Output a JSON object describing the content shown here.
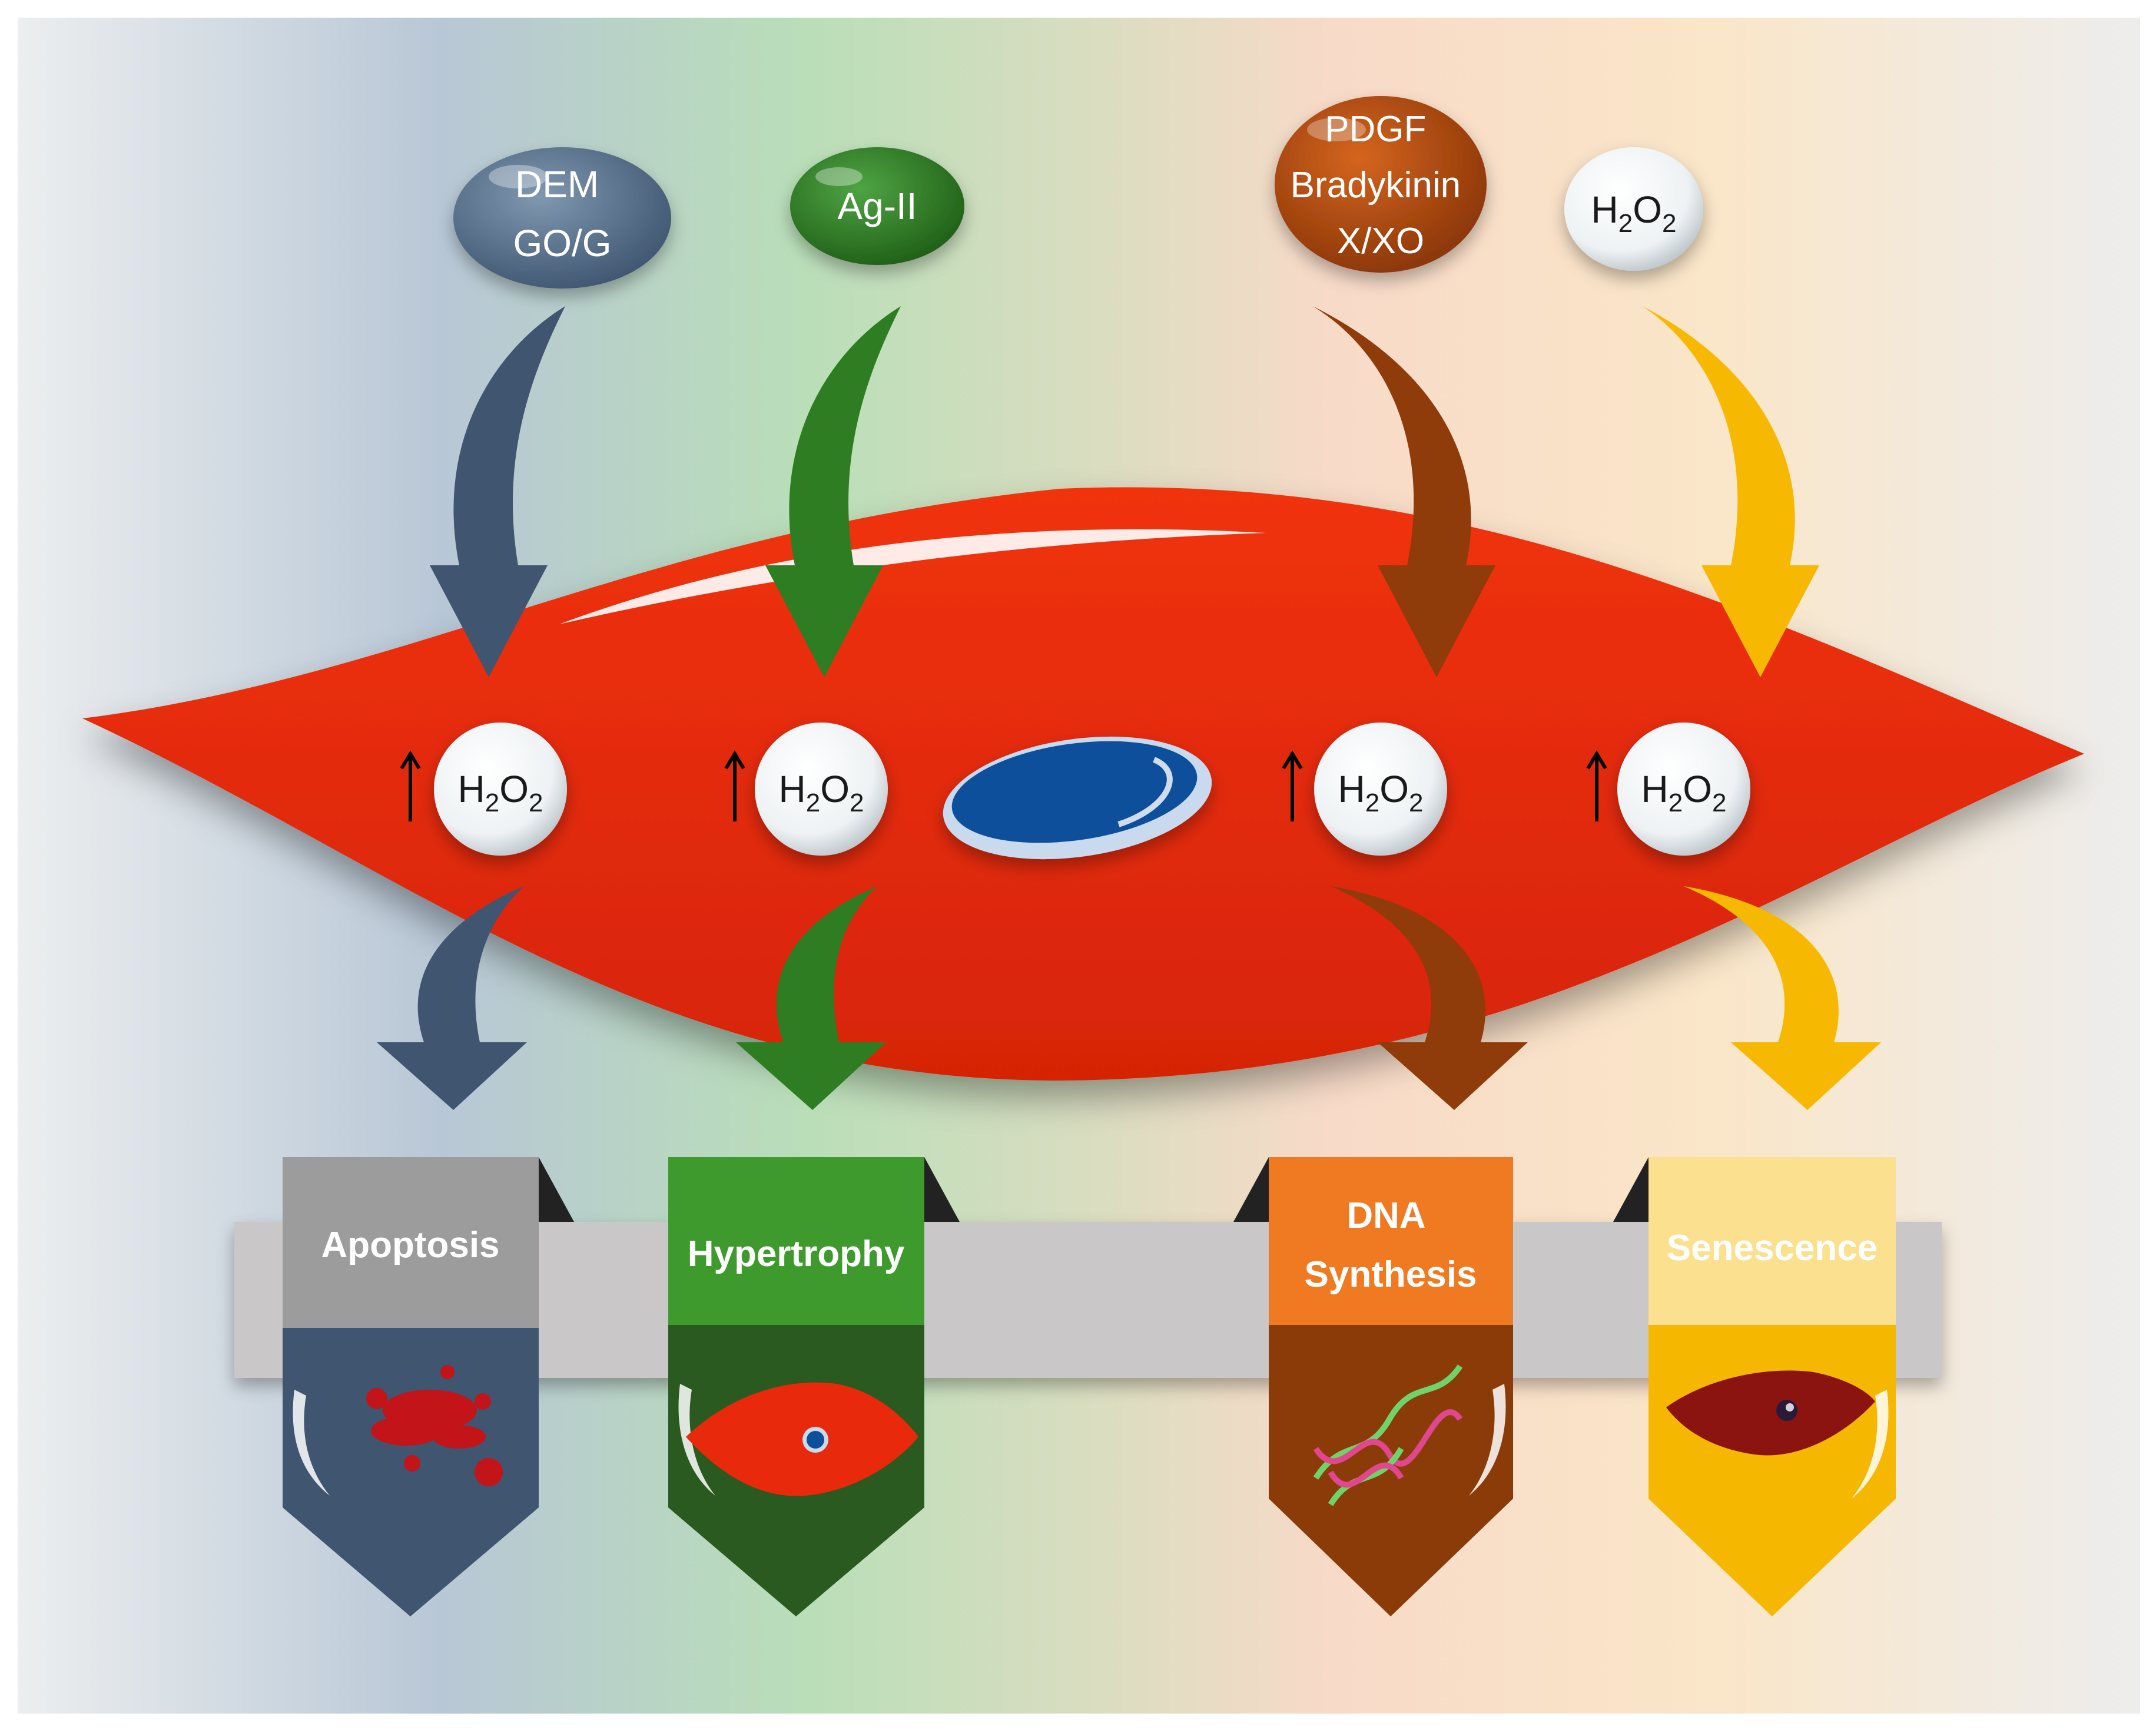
{
  "stimuli": [
    {
      "lines": [
        "DEM",
        "GO/G"
      ],
      "color": "#4c6680"
    },
    {
      "lines": [
        "Ag-II"
      ],
      "color": "#2e7d23"
    },
    {
      "lines": [
        "PDGF",
        "Bradykinin",
        "X/XO"
      ],
      "color": "#a9440f"
    },
    {
      "lines": [
        "H",
        "2",
        "O",
        "2"
      ],
      "color": "#eef2f4"
    }
  ],
  "top_h2o2": {
    "h": "H",
    "sub1": "2",
    "o": "O",
    "sub2": "2"
  },
  "inner_h2o2": [
    {
      "h": "H",
      "sub1": "2",
      "o": "O",
      "sub2": "2",
      "indicator": "increase-arrow"
    },
    {
      "h": "H",
      "sub1": "2",
      "o": "O",
      "sub2": "2",
      "indicator": "increase-arrow"
    },
    {
      "h": "H",
      "sub1": "2",
      "o": "O",
      "sub2": "2",
      "indicator": "increase-arrow"
    },
    {
      "h": "H",
      "sub1": "2",
      "o": "O",
      "sub2": "2",
      "indicator": "increase-arrow"
    }
  ],
  "outcomes": [
    {
      "lines": [
        "Apoptosis"
      ],
      "color": "#9c9c9c",
      "body": "#3f5570",
      "icon": "blood-splatter-icon"
    },
    {
      "lines": [
        "Hypertrophy"
      ],
      "color": "#3f9a2d",
      "body": "#2a5a1f",
      "icon": "enlarged-cell-icon"
    },
    {
      "lines": [
        "DNA",
        "Synthesis"
      ],
      "color": "#f07a22",
      "body": "#8a3b08",
      "icon": "dna-helix-icon"
    },
    {
      "lines": [
        "Senescence"
      ],
      "color": "#fbe08f",
      "body": "#f6b700",
      "icon": "senescent-cell-icon"
    }
  ],
  "colors": {
    "cell": "#e8290b",
    "nucleus": "#0d4f9a",
    "arrow_blue": "#3f5570",
    "arrow_green": "#2e7d23",
    "arrow_brown": "#8f3b0a",
    "arrow_yellow": "#f6b800",
    "band": "#c9c7c8"
  }
}
